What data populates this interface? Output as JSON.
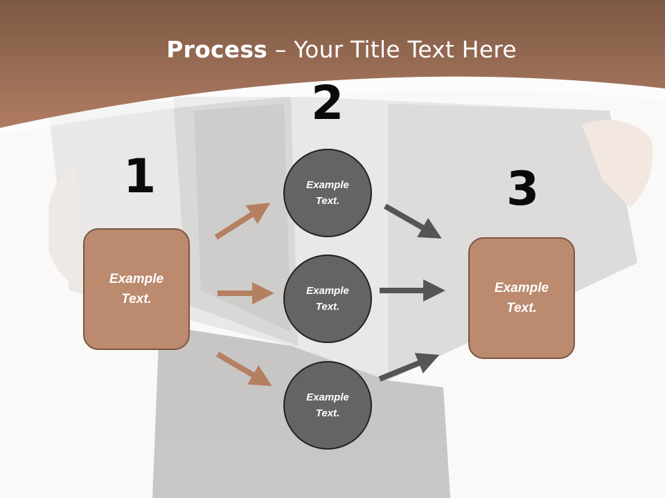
{
  "title": {
    "bold": "Process",
    "rest": " – Your Title Text Here"
  },
  "steps": [
    {
      "number": "1",
      "text": "Example\nText."
    },
    {
      "number": "2",
      "items": [
        "Example\nText.",
        "Example\nText.",
        "Example\nText."
      ]
    },
    {
      "number": "3",
      "text": "Example\nText."
    }
  ],
  "colors": {
    "accent": "#bb8a6f",
    "accent_border": "#7c5340",
    "circle": "#646464",
    "arrow_gray": "#555555",
    "arrow_brown": "#b57f62",
    "header": "#a87158"
  }
}
